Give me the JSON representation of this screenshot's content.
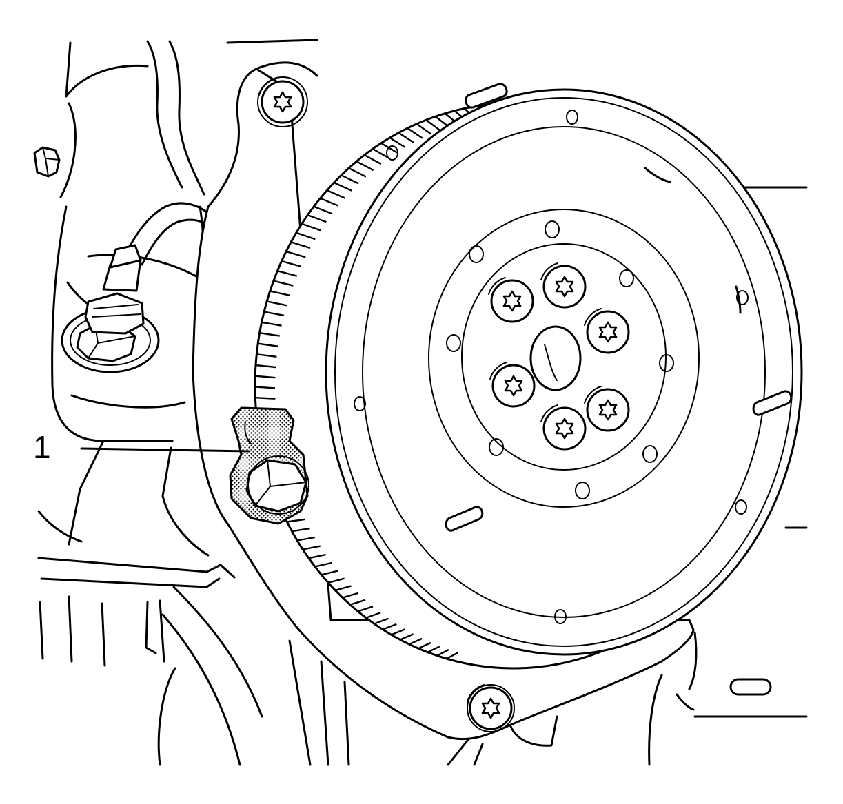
{
  "callouts": [
    {
      "label": "1",
      "target": "tool"
    }
  ],
  "colors": {
    "line": "#000000",
    "background": "#ffffff",
    "stipple": "#000000"
  },
  "components": [
    "flywheel",
    "ring-gear",
    "locking-tool",
    "oxygen-sensor",
    "engine-block",
    "torx-bolt"
  ]
}
